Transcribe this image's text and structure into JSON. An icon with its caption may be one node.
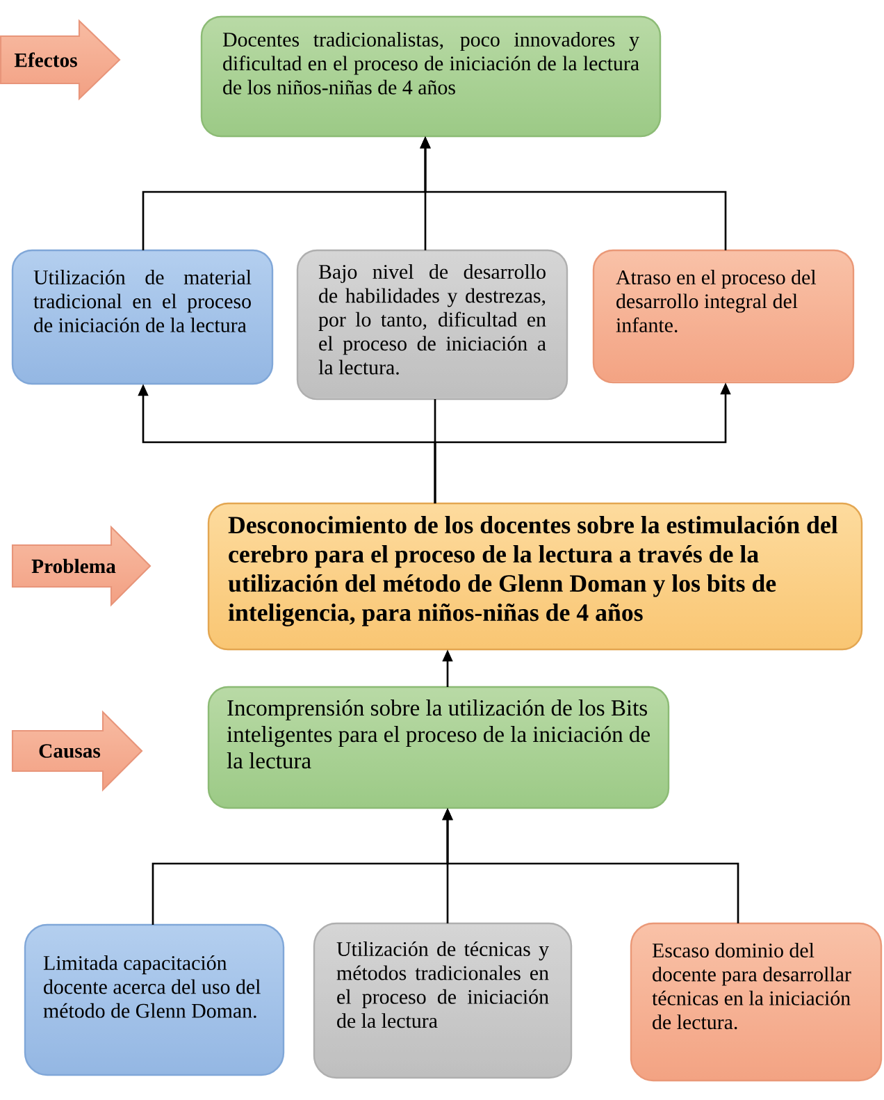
{
  "diagram": {
    "nodes": [
      {
        "text": [
          "Efectos"
        ]
      },
      {
        "text": [
          "Docentes tradicionalistas, poco innovadores y dificultad en el proceso de iniciación de la lectura de los niños-niñas de 4 años"
        ]
      },
      {
        "text": [
          "Utilización de material tradicional en el proceso de iniciación de la lectura"
        ]
      },
      {
        "text": [
          "Bajo nivel de desarrollo de habilidades y destrezas, por lo tanto, dificultad en el proceso de iniciación a la lectura."
        ]
      },
      {
        "text": [
          "Atraso en el proceso del desarrollo integral del infante."
        ]
      },
      {
        "text": [
          "Problema"
        ]
      },
      {
        "text": [
          "Desconocimiento de los docentes sobre la estimulación del cerebro para el proceso de la lectura a través de la utilización del método de Glenn Doman y los bits de inteligencia, para niños-niñas de 4 años"
        ]
      },
      {
        "text": [
          "Causas"
        ]
      },
      {
        "text": [
          "Incomprensión sobre la utilización de los Bits inteligentes para el proceso de la iniciación de la lectura"
        ]
      },
      {
        "text": [
          "Limitada capacitación docente acerca del uso del método de Glenn Doman."
        ]
      },
      {
        "text": [
          "Utilización de técnicas y métodos tradicionales en el proceso de iniciación de la lectura"
        ]
      },
      {
        "text": [
          "Escaso dominio del docente para desarrollar técnicas en la iniciación de lectura."
        ]
      }
    ],
    "edges": [
      {
        "from": 2,
        "to": 1,
        "arrow": "to"
      },
      {
        "from": 3,
        "to": 1,
        "arrow": "to"
      },
      {
        "from": 4,
        "to": 1,
        "arrow": "to"
      },
      {
        "from": 6,
        "to": 2,
        "arrow": "to"
      },
      {
        "from": 6,
        "to": 3,
        "arrow": "none"
      },
      {
        "from": 6,
        "to": 4,
        "arrow": "to"
      },
      {
        "from": 8,
        "to": 6,
        "arrow": "to"
      },
      {
        "from": 9,
        "to": 8,
        "arrow": "to"
      },
      {
        "from": 10,
        "to": 8,
        "arrow": "to"
      },
      {
        "from": 11,
        "to": 8,
        "arrow": "to"
      }
    ]
  }
}
